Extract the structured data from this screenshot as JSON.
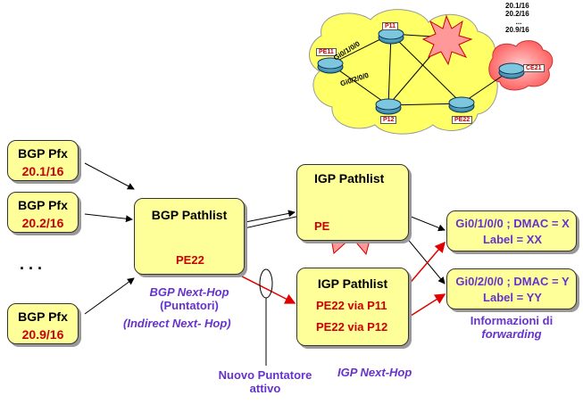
{
  "bgp_pfx_boxes": [
    {
      "title": "BGP Pfx",
      "prefix": "20.1/16"
    },
    {
      "title": "BGP Pfx",
      "prefix": "20.2/16"
    },
    {
      "title": "BGP Pfx",
      "prefix": "20.9/16"
    }
  ],
  "ellipsis": ". . .",
  "bgp_pathlist": {
    "title": "BGP Pathlist",
    "entry": "PE22"
  },
  "bgp_next_hop_caption": {
    "line1": "BGP Next-Hop",
    "line2": "(Puntatori)",
    "line3": "(Indirect Next- Hop)"
  },
  "igp_pathlist_failed": {
    "title": "IGP Pathlist",
    "entry": "PE"
  },
  "igp_pathlist_active": {
    "title": "IGP Pathlist",
    "entry1": "PE22 via P11",
    "entry2": "PE22 via P12"
  },
  "forwarding_boxes": [
    {
      "line1": "Gi0/1/0/0 ; DMAC = X",
      "line2": "Label = XX"
    },
    {
      "line1": "Gi0/2/0/0 ; DMAC = Y",
      "line2": "Label = YY"
    }
  ],
  "forwarding_caption": {
    "line1": "Informazioni di",
    "line2": "forwarding"
  },
  "new_pointer_caption": {
    "line1": "Nuovo Puntatore",
    "line2": "attivo"
  },
  "igp_next_hop_caption": "IGP Next-Hop",
  "topology": {
    "routers": [
      "PE11",
      "P11",
      "P12",
      "PE22",
      "CE21"
    ],
    "interfaces": [
      "Gi0/1/0/0",
      "Gi0/2/0/0"
    ],
    "prefix_list": [
      "20.1/16",
      "20.2/16",
      "...",
      "20.9/16"
    ]
  },
  "colors": {
    "box_fill": "#ffff99",
    "accent_red": "#cc0000",
    "accent_purple": "#6633cc",
    "cloud": "#ffff66"
  }
}
